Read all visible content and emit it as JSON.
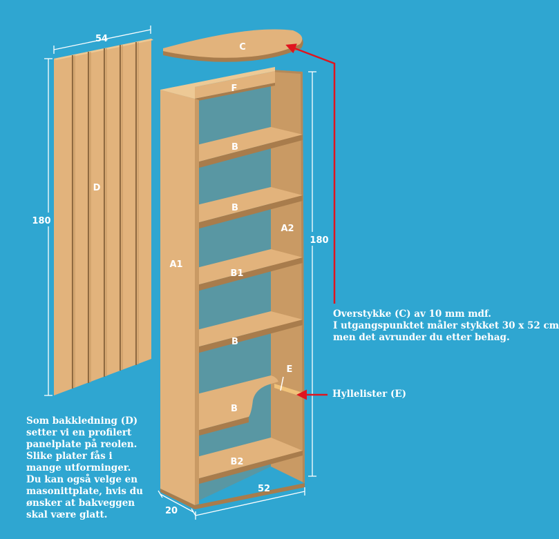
{
  "colors": {
    "background": "#2fa6d1",
    "wood_front": "#e2b37c",
    "wood_side": "#c99a64",
    "wood_shadow": "#a87c4c",
    "groove": "#8f6a40",
    "arrow": "#e0141e",
    "text": "#ffffff"
  },
  "parts": {
    "back_panel": "D",
    "top_cover": "C",
    "top_rail": "F",
    "left_side": "A1",
    "right_side": "A2",
    "shelf_1": "B",
    "shelf_2": "B",
    "shelf_3": "B1",
    "shelf_4": "B",
    "shelf_5": "B",
    "bottom_shelf": "B2",
    "shelf_strip": "E"
  },
  "dimensions": {
    "back_width": "54",
    "back_height": "180",
    "side_height": "180",
    "case_width": "52",
    "case_depth": "20"
  },
  "notes": {
    "overstykke": [
      "Overstykke (C) av 10 mm mdf.",
      "I utgangspunktet måler stykket 30 x 52 cm,",
      "men det avrunder du etter behag."
    ],
    "hyllelister": "Hyllelister (E)",
    "bakkledning": [
      "Som bakkledning (D)",
      "setter vi en profilert",
      "panelplate på reolen.",
      "Slike plater fås i",
      "mange utforminger.",
      "Du kan også velge en",
      "masonittplate, hvis du",
      "ønsker at bakveggen",
      "skal være glatt."
    ]
  }
}
